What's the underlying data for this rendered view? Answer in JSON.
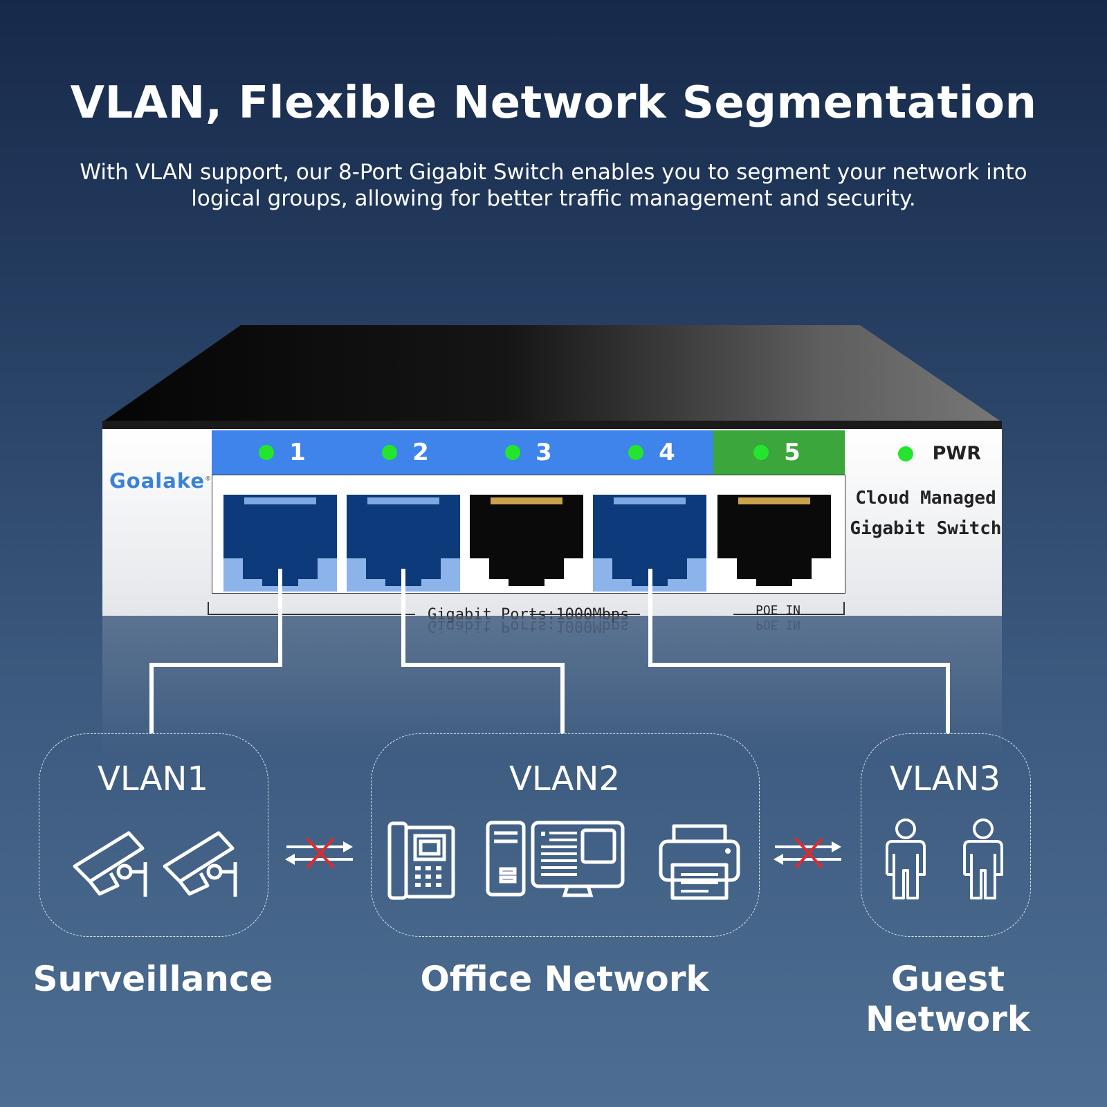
{
  "header": {
    "title": "VLAN, Flexible Network Segmentation",
    "description": "With VLAN support, our 8-Port Gigabit Switch enables you to segment your network into logical groups, allowing for better traffic management and security."
  },
  "switch": {
    "brand": "Goalake",
    "brand_mark": "®",
    "ports": [
      "1",
      "2",
      "3",
      "4",
      "5"
    ],
    "power_label": "PWR",
    "model_line1": "Cloud Managed",
    "model_line2": "Gigabit Switch",
    "gigabit_label": "Gigabit Ports:1000Mbps",
    "poe_label": "POE IN",
    "colors": {
      "vlan_port_blue": "#3e84ea",
      "poe_green": "#3aa63b",
      "led_green": "#23e52d",
      "port_blue": "#0c3a7a"
    }
  },
  "vlans": [
    {
      "name": "VLAN1",
      "group": "Surveillance"
    },
    {
      "name": "VLAN2",
      "group": "Office Network"
    },
    {
      "name": "VLAN3",
      "group": "Guest Network"
    }
  ],
  "icons": [
    "cctv-camera-icon",
    "ip-phone-icon",
    "desktop-computer-icon",
    "printer-icon",
    "person-icon",
    "blocked-traffic-icon"
  ]
}
